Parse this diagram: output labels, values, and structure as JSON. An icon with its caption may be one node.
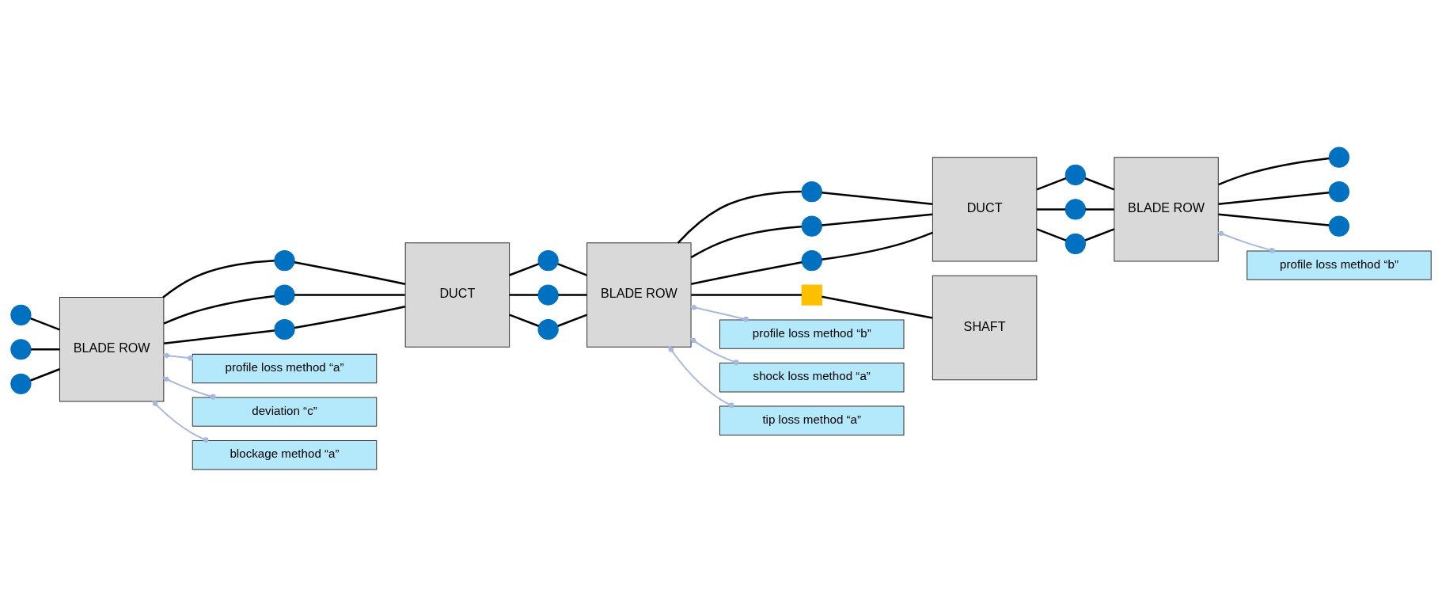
{
  "diagram": {
    "nodes": [
      {
        "text": [],
        "shape": "circle"
      },
      {
        "text": [],
        "shape": "circle"
      },
      {
        "text": [],
        "shape": "circle"
      },
      {
        "text": [
          "BLADE ROW"
        ]
      },
      {
        "text": [],
        "shape": "circle"
      },
      {
        "text": [],
        "shape": "circle"
      },
      {
        "text": [],
        "shape": "circle"
      },
      {
        "text": [
          "DUCT"
        ]
      },
      {
        "text": [],
        "shape": "circle"
      },
      {
        "text": [],
        "shape": "circle"
      },
      {
        "text": [],
        "shape": "circle"
      },
      {
        "text": [
          "BLADE ROW"
        ]
      },
      {
        "text": [],
        "shape": "circle"
      },
      {
        "text": [],
        "shape": "circle"
      },
      {
        "text": [],
        "shape": "circle"
      },
      {
        "text": [
          "DUCT"
        ]
      },
      {
        "text": [],
        "shape": "circle"
      },
      {
        "text": [],
        "shape": "circle"
      },
      {
        "text": [],
        "shape": "circle"
      },
      {
        "text": [
          "BLADE ROW"
        ]
      },
      {
        "text": [],
        "shape": "circle"
      },
      {
        "text": [],
        "shape": "circle"
      },
      {
        "text": [],
        "shape": "circle"
      },
      {
        "text": [
          "profile loss method “a”"
        ]
      },
      {
        "text": [
          "deviation “c”"
        ]
      },
      {
        "text": [
          "blockage method “a”"
        ]
      },
      {
        "text": [],
        "shape": "box"
      },
      {
        "text": [
          "SHAFT"
        ]
      },
      {
        "text": [
          "profile loss method “b”"
        ]
      },
      {
        "text": [
          "profile loss method “b”"
        ]
      },
      {
        "text": [
          "shock loss method “a”"
        ]
      },
      {
        "text": [
          "tip loss method “a”"
        ]
      }
    ],
    "edges": [
      {
        "from": 0,
        "to": 3,
        "arrow": "none"
      },
      {
        "from": 1,
        "to": 3,
        "arrow": "none"
      },
      {
        "from": 2,
        "to": 3,
        "arrow": "none"
      },
      {
        "from": 3,
        "to": 4,
        "arrow": "none"
      },
      {
        "from": 3,
        "to": 5,
        "arrow": "none"
      },
      {
        "from": 3,
        "to": 6,
        "arrow": "none"
      },
      {
        "from": 4,
        "to": 7,
        "arrow": "none"
      },
      {
        "from": 5,
        "to": 7,
        "arrow": "none"
      },
      {
        "from": 6,
        "to": 7,
        "arrow": "none"
      },
      {
        "from": 7,
        "to": 8,
        "arrow": "none"
      },
      {
        "from": 7,
        "to": 9,
        "arrow": "none"
      },
      {
        "from": 7,
        "to": 10,
        "arrow": "none"
      },
      {
        "from": 8,
        "to": 11,
        "arrow": "none"
      },
      {
        "from": 9,
        "to": 11,
        "arrow": "none"
      },
      {
        "from": 10,
        "to": 11,
        "arrow": "none"
      },
      {
        "from": 11,
        "to": 12,
        "arrow": "none"
      },
      {
        "from": 11,
        "to": 13,
        "arrow": "none"
      },
      {
        "from": 11,
        "to": 14,
        "arrow": "none"
      },
      {
        "from": 12,
        "to": 15,
        "arrow": "none"
      },
      {
        "from": 13,
        "to": 15,
        "arrow": "none"
      },
      {
        "from": 14,
        "to": 15,
        "arrow": "none"
      },
      {
        "from": 15,
        "to": 16,
        "arrow": "none"
      },
      {
        "from": 15,
        "to": 17,
        "arrow": "none"
      },
      {
        "from": 15,
        "to": 18,
        "arrow": "none"
      },
      {
        "from": 16,
        "to": 19,
        "arrow": "none"
      },
      {
        "from": 17,
        "to": 19,
        "arrow": "none"
      },
      {
        "from": 18,
        "to": 19,
        "arrow": "none"
      },
      {
        "from": 19,
        "to": 20,
        "arrow": "none"
      },
      {
        "from": 19,
        "to": 21,
        "arrow": "none"
      },
      {
        "from": 19,
        "to": 22,
        "arrow": "none"
      },
      {
        "from": 3,
        "to": 23,
        "arrow": "other",
        "color": "#a9b8dd"
      },
      {
        "from": 3,
        "to": 24,
        "arrow": "other",
        "color": "#a9b8dd"
      },
      {
        "from": 3,
        "to": 25,
        "arrow": "other",
        "color": "#a9b8dd"
      },
      {
        "from": 11,
        "to": 26,
        "arrow": "none"
      },
      {
        "from": 26,
        "to": 27,
        "arrow": "none"
      },
      {
        "from": 19,
        "to": 28,
        "arrow": "other",
        "color": "#a9b8dd"
      },
      {
        "from": 11,
        "to": 29,
        "arrow": "other",
        "color": "#a9b8dd"
      },
      {
        "from": 11,
        "to": 30,
        "arrow": "other",
        "color": "#a9b8dd"
      },
      {
        "from": 11,
        "to": 31,
        "arrow": "other",
        "color": "#a9b8dd"
      }
    ]
  }
}
